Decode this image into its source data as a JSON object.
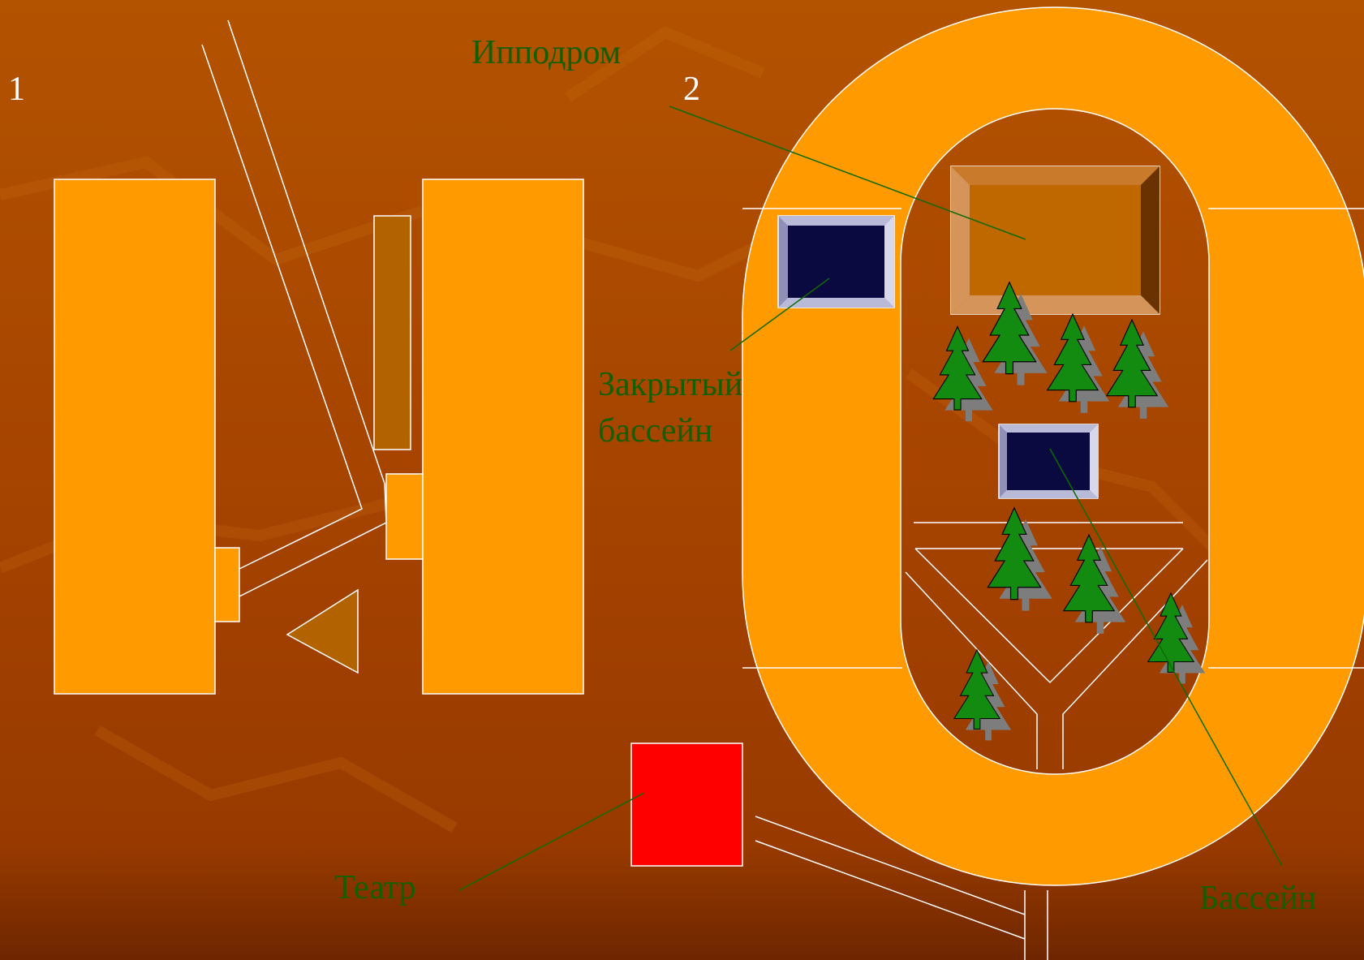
{
  "labels": {
    "num_1": "1",
    "num_2": "2",
    "hippodrome": "Ипподром",
    "indoor_pool_line1": "Закрытый",
    "indoor_pool_line2": "бассейн",
    "theatre": "Театр",
    "pool": "Бассейн"
  },
  "colors": {
    "background_top": "#b05200",
    "background_bottom": "#7a2a00",
    "building": "#ff9a00",
    "annex": "#b36200",
    "pool_water": "#0a0a40",
    "pool_rim": "#8f8fb8",
    "theatre": "#ff0000",
    "tree": "#138a10",
    "tree_shadow": "#7d7d7d",
    "label_text": "#135f00",
    "leader_line": "#0e6b00",
    "road_line": "#ffffff",
    "number_text": "#ffffff"
  }
}
